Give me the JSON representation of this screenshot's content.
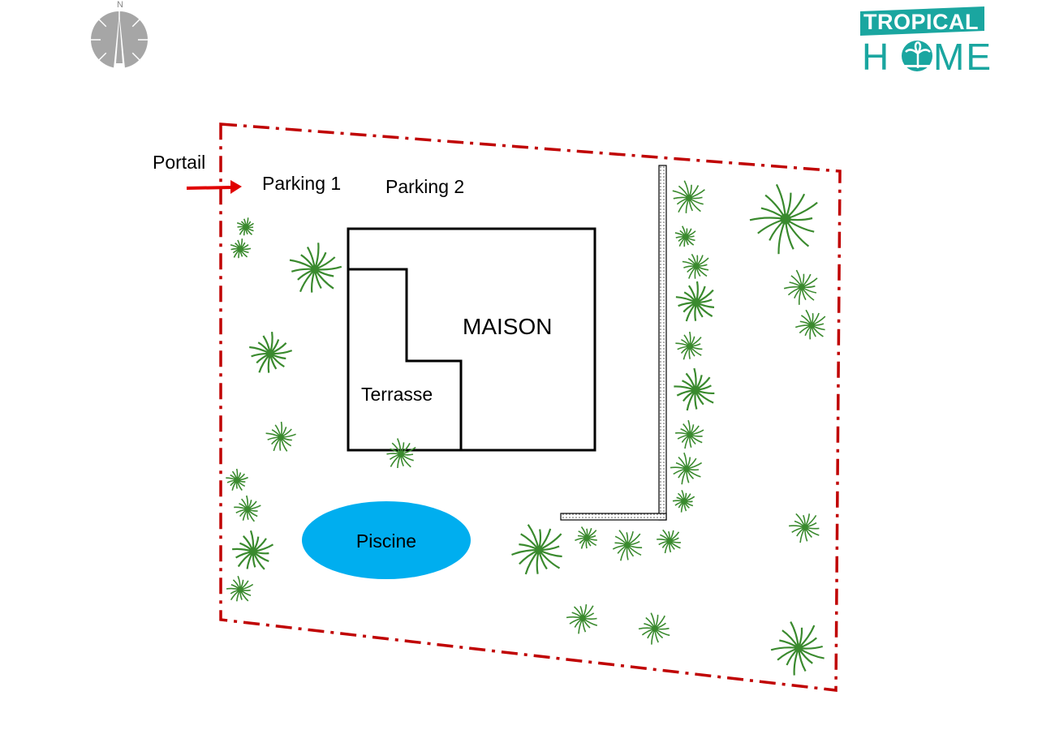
{
  "compass": {
    "north_label": "N",
    "color": "#a6a6a6",
    "icon": "compass-rose-icon"
  },
  "logo": {
    "line1": "TROPICAL",
    "line2_left": "H",
    "line2_right": "ME",
    "brand_color": "#1aa6a0",
    "icon": "palm-tree-icon"
  },
  "labels": {
    "gate": "Portail",
    "parking1": "Parking 1",
    "parking2": "Parking 2",
    "house": "MAISON",
    "terrace": "Terrasse",
    "pool": "Piscine"
  },
  "colors": {
    "boundary": "#c00000",
    "gate_arrow": "#e00000",
    "pool": "#00aeef",
    "plant": "#3a8a2e",
    "building": "#000000"
  },
  "icons": {
    "boundary": "property-boundary-dashdot",
    "gate": "entrance-arrow-icon",
    "wall": "garden-wall-icon",
    "plant": "tropical-plant-icon",
    "pool": "swimming-pool-shape"
  }
}
